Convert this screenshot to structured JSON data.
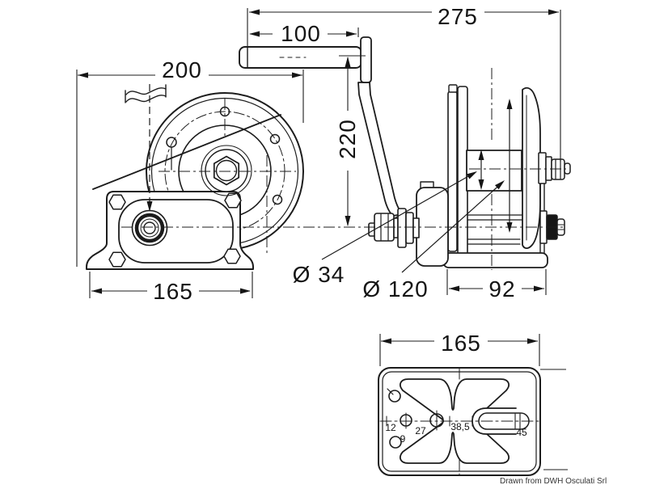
{
  "drawing": {
    "credit": "Drawn from DWH Osculati Srl",
    "dims": {
      "overall_length": "275",
      "grip_length": "100",
      "front_width": "200",
      "handle_height": "220",
      "drum_core_diameter": "Ø 34",
      "flange_diameter": "Ø 120",
      "base_depth": "92",
      "base_width_front": "165",
      "plate_width_bottom": "165"
    },
    "plate_hole_dims": {
      "d12": "12",
      "d27": "27",
      "d38_5": "38,5",
      "d9": "9",
      "d45": "45"
    }
  }
}
